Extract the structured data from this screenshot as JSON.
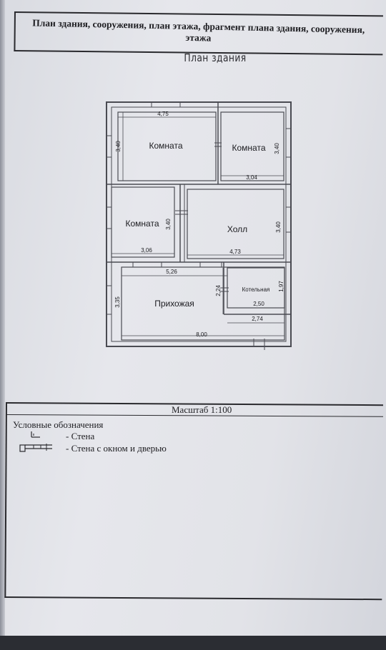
{
  "header": {
    "title": "План здания, сооружения, план этажа, фрагмент плана здания, сооружения, этажа"
  },
  "plan": {
    "caption": "План здания",
    "rooms": [
      {
        "name": "Комната",
        "label_size": 12
      },
      {
        "name": "Комната",
        "label_size": 12
      },
      {
        "name": "Комната",
        "label_size": 12
      },
      {
        "name": "Холл",
        "label_size": 12
      },
      {
        "name": "Котельная",
        "label_size": 8
      },
      {
        "name": "Прихожая",
        "label_size": 12
      }
    ],
    "dimensions": [
      "4,75",
      "3,40",
      "3,40",
      "3,04",
      "3,40",
      "3,06",
      "3,40",
      "4,73",
      "5,26",
      "2,24",
      "1,97",
      "2,50",
      "2,74",
      "3,35",
      "8,00"
    ]
  },
  "footer": {
    "scale": "Масштаб 1:100",
    "legend_title": "Условные обозначения",
    "legend_items": [
      "- Стена",
      "- Стена с окном и дверью"
    ]
  },
  "colors": {
    "paper": "#e4e5ea",
    "ink": "#1e1e22",
    "line": "#4a4b52"
  }
}
